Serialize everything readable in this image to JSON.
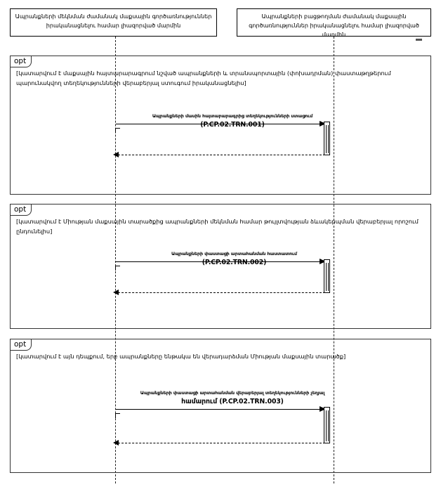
{
  "diagram": {
    "type": "uml-sequence-diagram",
    "language": "hy",
    "lifelines": [
      {
        "id": "departure",
        "name": "departure-authority",
        "lines": [
          "Ապրանքների մեկնման ժամանակ մաքսային գործառնություններ",
          "իրականացնելու համար լիազորված մարմին"
        ]
      },
      {
        "id": "release",
        "name": "release-authority",
        "lines": [
          "Ապրանքների բացթողման ժամանակ մաքսային",
          "գործառնություններ իրականացնելու համար լիազորված",
          "մարմին"
        ]
      }
    ],
    "fragments": [
      {
        "operator": "opt",
        "guard": "[կատարվում է մաքսային հայտարարագրում նշված ապրանքների և տրանսպորտային (փոխադրման) փաստաթղթերում պարունակվող տեղեկությունների վերաբերյալ ստուգում իրականացնելիս]",
        "message": {
          "label": "Ապրանքների մասին հայտարարագրից տեղեկությունների ստացում",
          "code": "(P.CP.02.TRN.001)",
          "direction": "left-to-right",
          "kind": "synchronous-call",
          "reply": "dashed-return"
        }
      },
      {
        "operator": "opt",
        "guard": "[կատարվում է Միության մաքսային տարածքից ապրանքների մեկնման համար թույլտվության ձևակերպման վերաբերյալ որոշում ընդունելիս]",
        "message": {
          "label": "Ապրանքների փաստացի արտահանման հաստատում",
          "code": "(P.CP.02.TRN.002)",
          "direction": "left-to-right",
          "kind": "synchronous-call",
          "reply": "dashed-return"
        }
      },
      {
        "operator": "opt",
        "guard": "[կատարվում է այն դեպքում, երբ ապրանքները ենթակա են վերադարձման Միության մաքսային տարածք]",
        "message": {
          "label": "Ապրանքների փաստացի արտահանման վերաբերյալ տեղեկությունների չեղյալ",
          "code": "համարում (P.CP.02.TRN.003)",
          "direction": "left-to-right",
          "kind": "synchronous-call",
          "reply": "dashed-return"
        }
      }
    ],
    "caption": ""
  },
  "colors": {
    "stroke": "#000000",
    "background": "#ffffff",
    "frame_stroke": "#333333"
  }
}
